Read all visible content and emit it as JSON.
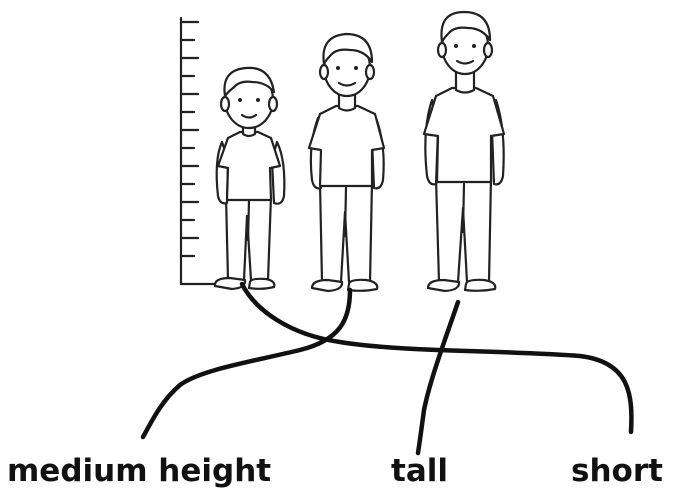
{
  "labels": {
    "left": "medium height",
    "middle": "tall",
    "right": "short"
  },
  "figures": [
    {
      "name": "boy",
      "relative_height": "short"
    },
    {
      "name": "man-middle",
      "relative_height": "medium height"
    },
    {
      "name": "man-right",
      "relative_height": "tall"
    }
  ],
  "connections": [
    {
      "from_figure": "boy",
      "to_label": "short"
    },
    {
      "from_figure": "man-middle",
      "to_label": "medium height"
    },
    {
      "from_figure": "man-right",
      "to_label": "tall"
    }
  ],
  "colors": {
    "ink": "#111111",
    "background": "#ffffff",
    "figure_fill": "#ffffff"
  }
}
